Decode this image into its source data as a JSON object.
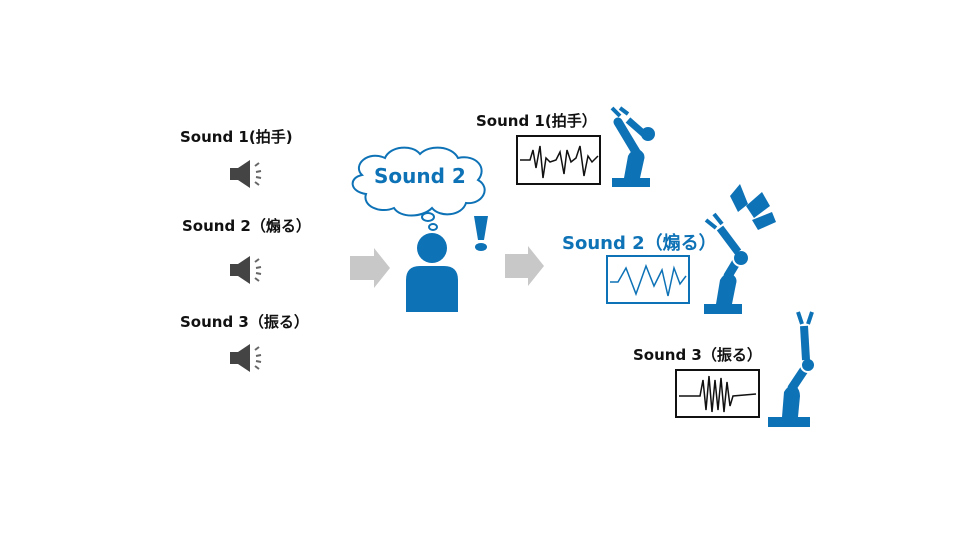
{
  "left_sounds": [
    {
      "label": "Sound 1(拍手)",
      "icon": "speaker-icon"
    },
    {
      "label": "Sound 2（煽る）",
      "icon": "speaker-icon"
    },
    {
      "label": "Sound 3（振る）",
      "icon": "speaker-icon"
    }
  ],
  "thought": {
    "text": "Sound 2",
    "icon": "exclamation-icon"
  },
  "right_robots": [
    {
      "label": "Sound 1(拍手）",
      "highlighted": false
    },
    {
      "label": "Sound 2（煽る）",
      "highlighted": true
    },
    {
      "label": "Sound 3（振る）",
      "highlighted": false
    }
  ],
  "colors": {
    "accent": "#0e72b6",
    "arrow": "#c8c8c8",
    "text": "#111111"
  }
}
